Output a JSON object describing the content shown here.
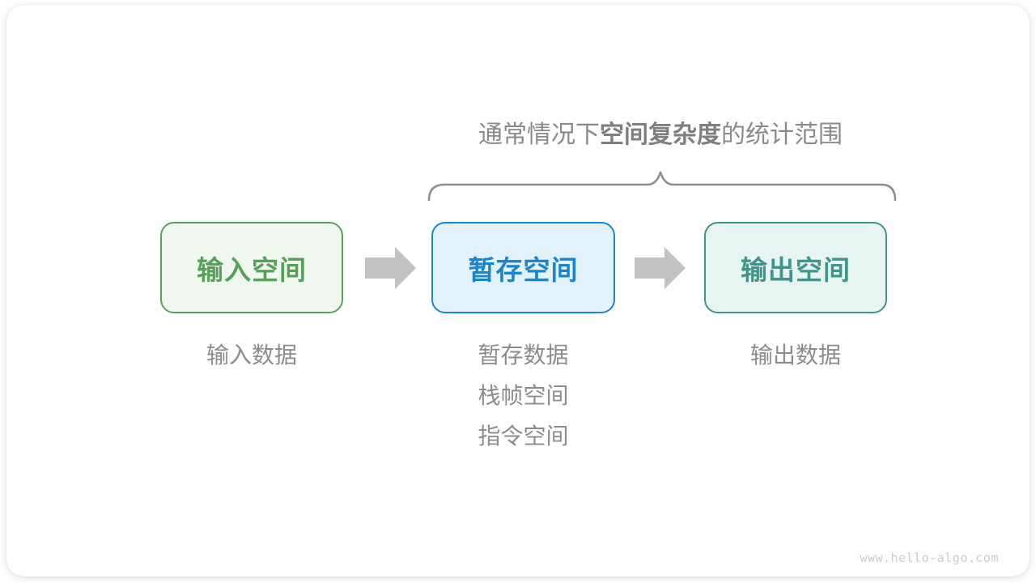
{
  "title": {
    "prefix": "通常情况下",
    "emphasis": "空间复杂度",
    "suffix": "的统计范围"
  },
  "boxes": [
    {
      "id": "input-space",
      "label": "输入空间",
      "border": "#5aa05c",
      "fill": "#f0f7ef",
      "text_color": "#56a05a"
    },
    {
      "id": "temp-space",
      "label": "暂存空间",
      "border": "#1b86cd",
      "fill": "#e3f1fa",
      "text_color": "#1a85cc"
    },
    {
      "id": "output-space",
      "label": "输出空间",
      "border": "#3e9589",
      "fill": "#e7f4f1",
      "text_color": "#3e9589"
    }
  ],
  "captions": {
    "input": [
      "输入数据"
    ],
    "temp": [
      "暂存数据",
      "栈帧空间",
      "指令空间"
    ],
    "output": [
      "输出数据"
    ]
  },
  "colors": {
    "brace": "#8e8e8e",
    "arrow": "#c2c2c2",
    "caption_text": "#8c8c8c",
    "title_text": "#8a8a8a",
    "watermark_text": "#cbcbcb",
    "card_background": "#ffffff"
  },
  "watermark": "www.hello-algo.com"
}
